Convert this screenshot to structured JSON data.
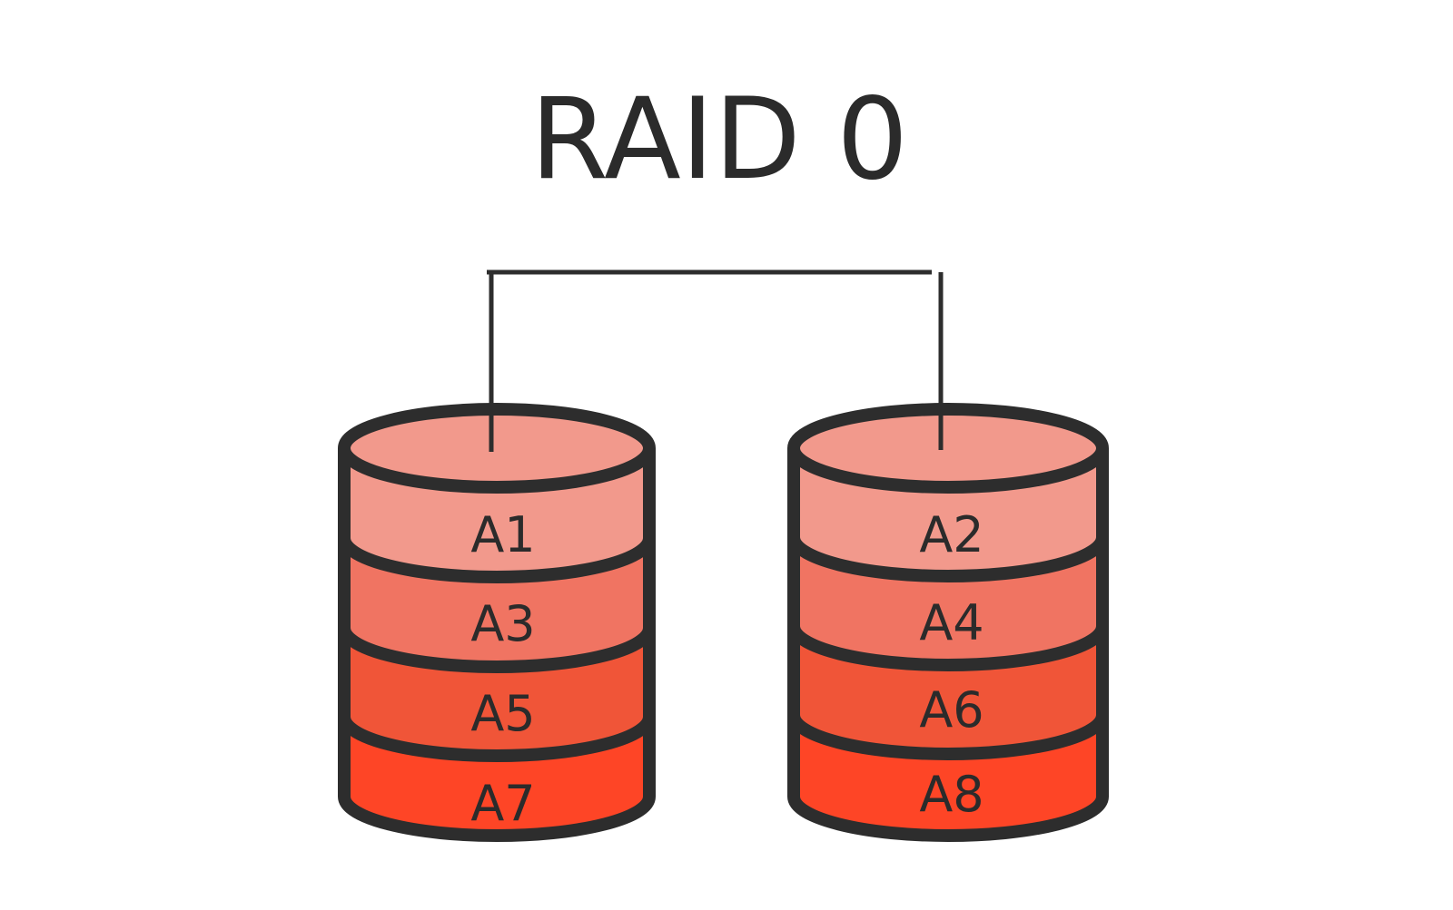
{
  "title": "RAID 0",
  "colors": {
    "outline": "#2d2d2d",
    "text": "#2b2b2b",
    "top_cap": "#f2998c",
    "layer_shades": [
      "#f2998c",
      "#f07462",
      "#f05538",
      "#fe4526"
    ]
  },
  "disks": [
    {
      "name": "disk-1",
      "blocks": [
        "A1",
        "A3",
        "A5",
        "A7"
      ]
    },
    {
      "name": "disk-2",
      "blocks": [
        "A2",
        "A4",
        "A6",
        "A8"
      ]
    }
  ]
}
